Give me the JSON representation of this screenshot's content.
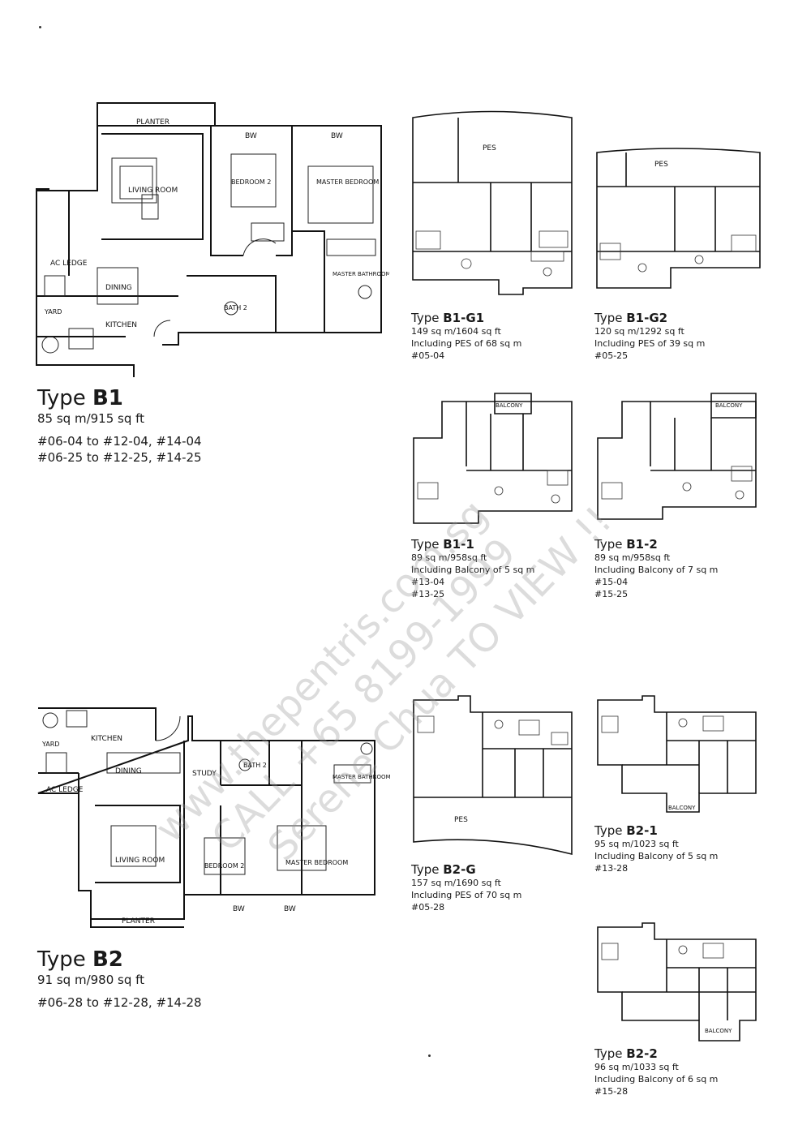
{
  "units": [
    {
      "type_label": "Type",
      "code": "B1",
      "area": "85 sq m/915 sq ft",
      "stacks": [
        "#06-04 to #12-04, #14-04",
        "#06-25 to #12-25, #14-25"
      ]
    },
    {
      "type_label": "Type",
      "code": "B1-G1",
      "area": "149 sq m/1604 sq ft",
      "note": "Including PES of 68 sq m",
      "stacks": [
        "#05-04"
      ]
    },
    {
      "type_label": "Type",
      "code": "B1-G2",
      "area": "120 sq m/1292 sq ft",
      "note": "Including PES of 39 sq m",
      "stacks": [
        "#05-25"
      ]
    },
    {
      "type_label": "Type",
      "code": "B1-1",
      "area": "89 sq m/958sq ft",
      "note": "Including Balcony of 5 sq m",
      "stacks": [
        "#13-04",
        "#13-25"
      ]
    },
    {
      "type_label": "Type",
      "code": "B1-2",
      "area": "89 sq m/958sq ft",
      "note": "Including Balcony of 7 sq m",
      "stacks": [
        "#15-04",
        "#15-25"
      ]
    },
    {
      "type_label": "Type",
      "code": "B2",
      "area": "91 sq m/980 sq ft",
      "stacks": [
        "#06-28 to #12-28, #14-28"
      ]
    },
    {
      "type_label": "Type",
      "code": "B2-G",
      "area": "157 sq m/1690 sq ft",
      "note": "Including PES of 70 sq m",
      "stacks": [
        "#05-28"
      ]
    },
    {
      "type_label": "Type",
      "code": "B2-1",
      "area": "95 sq m/1023 sq ft",
      "note": "Including Balcony of 5 sq m",
      "stacks": [
        "#13-28"
      ]
    },
    {
      "type_label": "Type",
      "code": "B2-2",
      "area": "96 sq m/1033 sq ft",
      "note": "Including Balcony of 6 sq m",
      "stacks": [
        "#15-28"
      ]
    }
  ],
  "room_labels": {
    "planter": "PLANTER",
    "bw": "BW",
    "living_room": "LIVING ROOM",
    "bedroom2": "BEDROOM 2",
    "master_bedroom": "MASTER BEDROOM",
    "ac_ledge": "AC LEDGE",
    "dining": "DINING",
    "yard": "YARD",
    "kitchen": "KITCHEN",
    "bath2": "BATH 2",
    "master_bathroom": "MASTER BATHROOM",
    "study": "STUDY",
    "pes": "PES",
    "balcony": "BALCONY"
  },
  "watermark": [
    "www.thepentris.com.sg",
    "CALL +65 8199-1999",
    "Serene Chua TO VIEW !!"
  ]
}
